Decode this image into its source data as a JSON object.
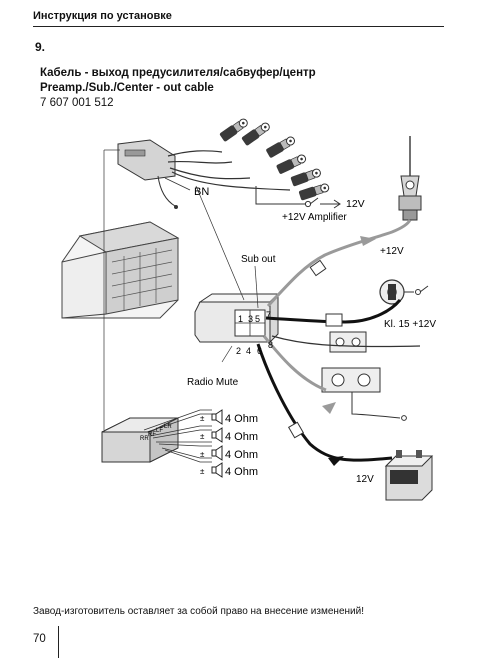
{
  "header": {
    "title": "Инструкция по установке"
  },
  "step": {
    "number": "9."
  },
  "cable": {
    "title_ru": "Кабель - выход предусилителя/сабвуфер/центр",
    "title_en": "Preamp./Sub./Center - out cable",
    "part_number": "7 607 001 512"
  },
  "diagram": {
    "bn_label": "BN",
    "amp_12v_label": "12V",
    "amp_label": "+12V Amplifier",
    "antenna_12v_label": "+12V",
    "sub_out_label": "Sub out",
    "kl15_label": "Kl. 15 +12V",
    "radio_mute_label": "Radio Mute",
    "battery_12v_label": "12V",
    "pin_1": "1",
    "pin_3": "3",
    "pin_5": "5",
    "pin_7": "7",
    "pin_2": "2",
    "pin_4": "4",
    "pin_6": "6",
    "pin_8": "8",
    "speaker_connector_labels": [
      "RR",
      "RF",
      "LF",
      "LR"
    ],
    "speakers": [
      {
        "polarity": "±",
        "label": "4 Ohm"
      },
      {
        "polarity": "±",
        "label": "4 Ohm"
      },
      {
        "polarity": "±",
        "label": "4 Ohm"
      },
      {
        "polarity": "±",
        "label": "4 Ohm"
      }
    ]
  },
  "footer": {
    "disclaimer": "Завод-изготовитель оставляет за собой право на внесение изменений!",
    "page_number": "70"
  }
}
